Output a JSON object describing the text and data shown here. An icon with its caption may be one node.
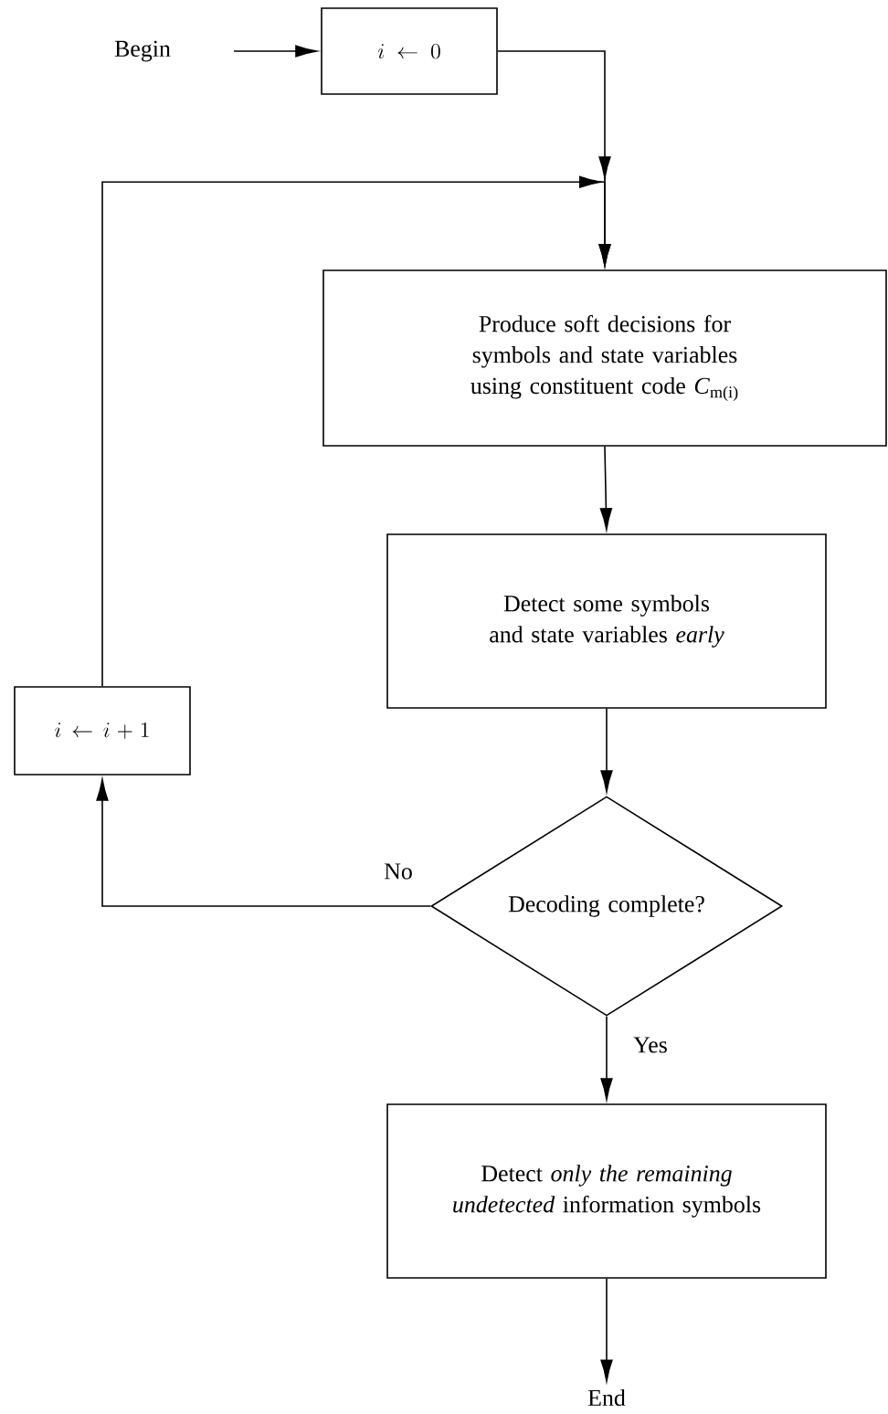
{
  "diagram": {
    "nodes": [
      {
        "text": [
          "Begin"
        ]
      },
      {
        "text": [
          "i \\leftarrow 0"
        ]
      },
      {
        "text": [
          "Produce soft decisions for symbols and state variables using constituent code *C*$_{m(i)}$"
        ]
      },
      {
        "text": [
          "Detect some symbols and state variables *early*"
        ]
      },
      {
        "text": [
          "Decoding complete?"
        ]
      },
      {
        "text": [
          "Detect *only the remaining undetected* information symbols"
        ]
      },
      {
        "text": [
          "End"
        ]
      },
      {
        "text": [
          "i \\leftarrow i+1"
        ]
      }
    ],
    "edges": [
      {
        "from": 0,
        "to": 1,
        "arrow": "to"
      },
      {
        "from": 1,
        "to": 2,
        "arrow": "to"
      },
      {
        "from": 2,
        "to": 3,
        "arrow": "to"
      },
      {
        "from": 3,
        "to": 4,
        "arrow": "to"
      },
      {
        "from": 4,
        "to": 5,
        "arrow": "to",
        "label": "Yes"
      },
      {
        "from": 4,
        "to": 7,
        "arrow": "to",
        "label": "No"
      },
      {
        "from": 7,
        "to": 2,
        "arrow": "to"
      },
      {
        "from": 5,
        "to": 6,
        "arrow": "to"
      }
    ]
  }
}
